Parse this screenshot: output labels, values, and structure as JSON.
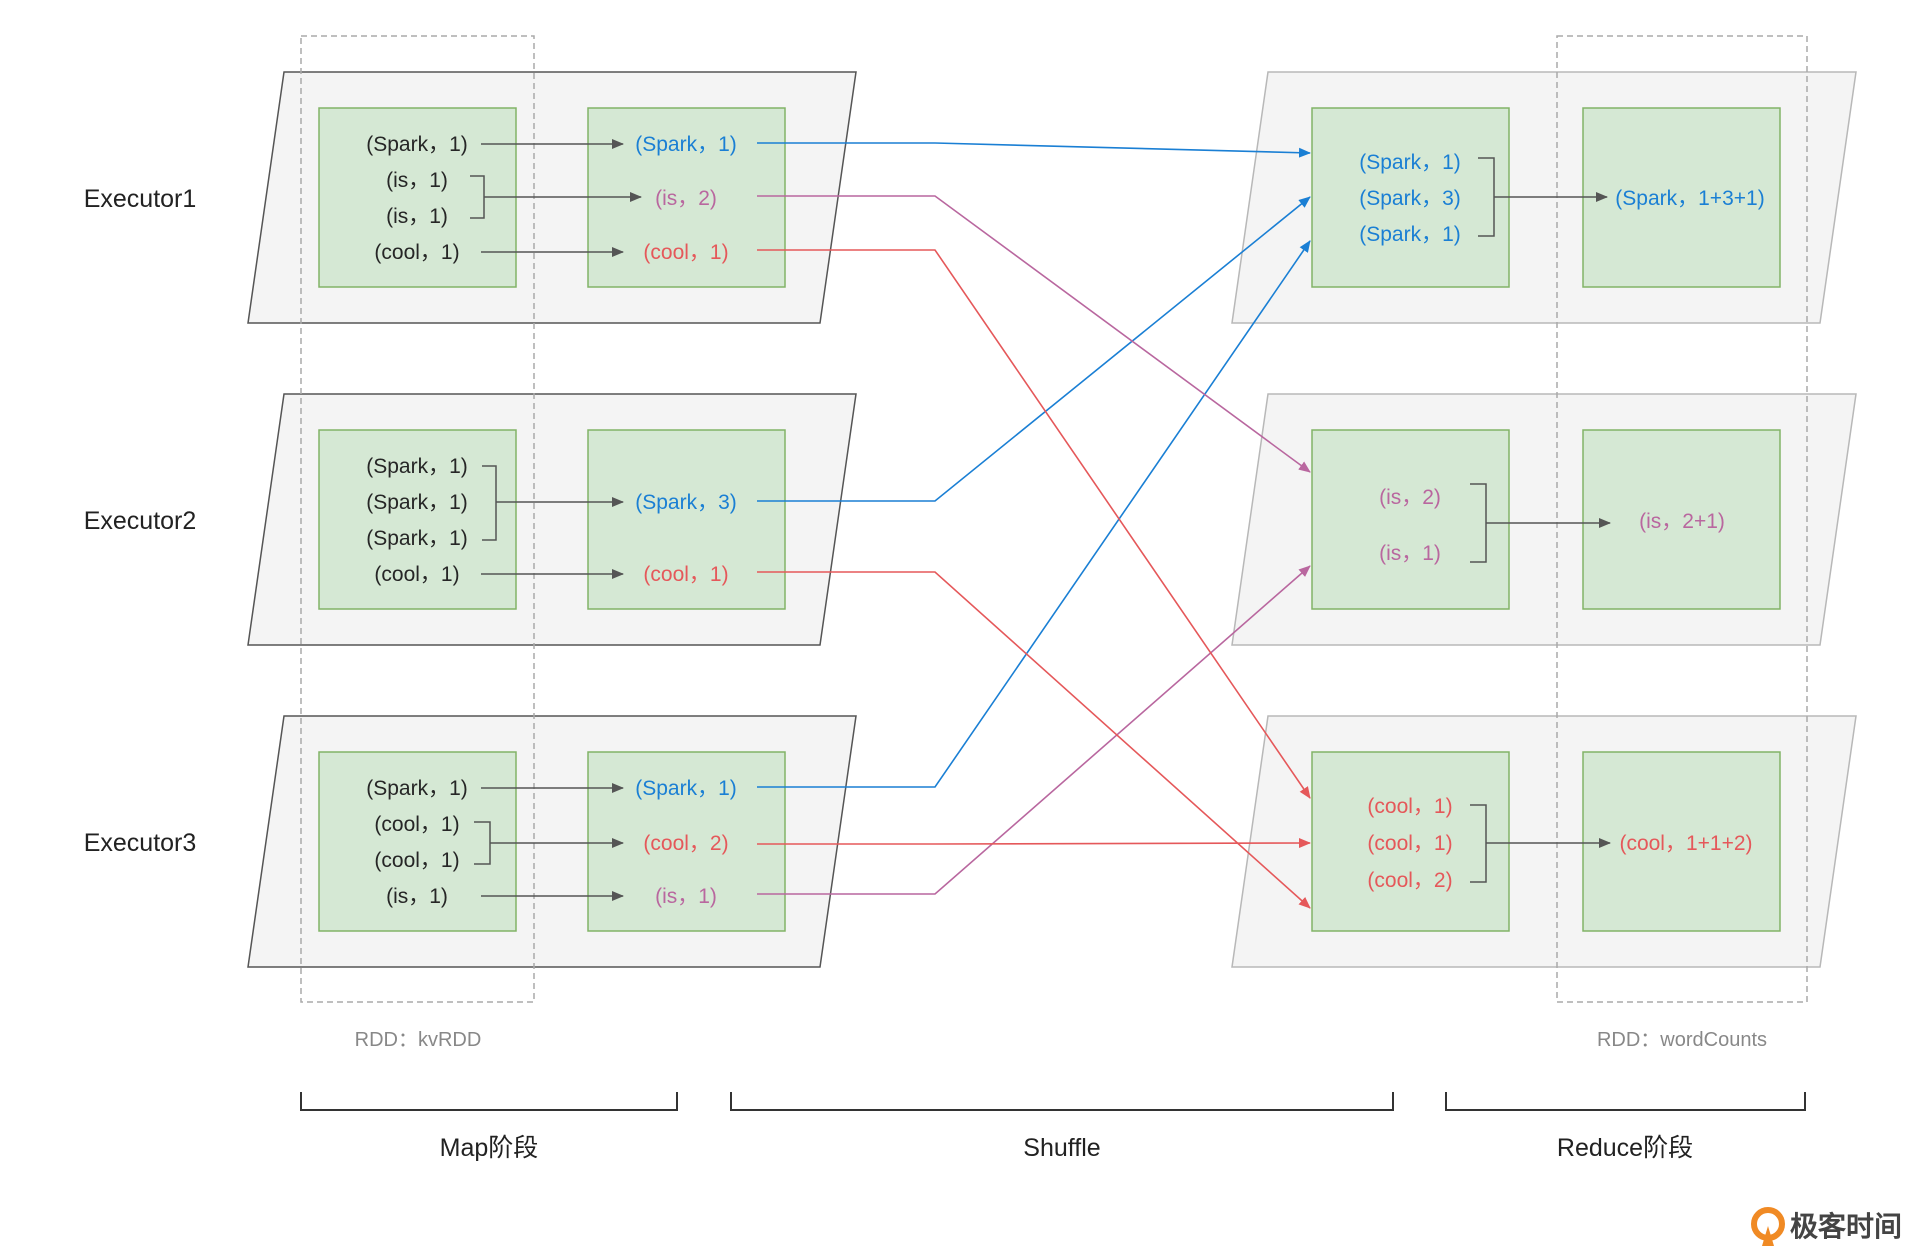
{
  "colors": {
    "spark": "#1a7fd4",
    "is": "#b9679f",
    "cool": "#e5585a",
    "neutral": "#262626",
    "arrow_gray": "#555555",
    "box_fill": "#d5e8d4",
    "box_stroke": "#82b366",
    "logo": "#f08a24"
  },
  "executors": [
    {
      "label": "Executor1",
      "input_pairs": [
        "(Spark，1)",
        "(is，1)",
        "(is，1)",
        "(cool，1)"
      ],
      "output_pairs": [
        {
          "text": "(Spark，1)",
          "key": "spark"
        },
        {
          "text": "(is，2)",
          "key": "is"
        },
        {
          "text": "(cool，1)",
          "key": "cool"
        }
      ]
    },
    {
      "label": "Executor2",
      "input_pairs": [
        "(Spark，1)",
        "(Spark，1)",
        "(Spark，1)",
        "(cool，1)"
      ],
      "output_pairs": [
        {
          "text": "(Spark，3)",
          "key": "spark"
        },
        {
          "text": "(cool，1)",
          "key": "cool"
        }
      ]
    },
    {
      "label": "Executor3",
      "input_pairs": [
        "(Spark，1)",
        "(cool，1)",
        "(cool，1)",
        "(is，1)"
      ],
      "output_pairs": [
        {
          "text": "(Spark，1)",
          "key": "spark"
        },
        {
          "text": "(cool，2)",
          "key": "cool"
        },
        {
          "text": "(is，1)",
          "key": "is"
        }
      ]
    }
  ],
  "reducers": [
    {
      "key": "spark",
      "received": [
        "(Spark，1)",
        "(Spark，3)",
        "(Spark，1)"
      ],
      "result": "(Spark，1+3+1)"
    },
    {
      "key": "is",
      "received": [
        "(is，2)",
        "(is，1)"
      ],
      "result": "(is，2+1)"
    },
    {
      "key": "cool",
      "received": [
        "(cool，1)",
        "(cool，1)",
        "(cool，2)"
      ],
      "result": "(cool，1+1+2)"
    }
  ],
  "rdd_labels": {
    "left": "RDD：kvRDD",
    "right": "RDD：wordCounts"
  },
  "phases": {
    "map": "Map阶段",
    "shuffle": "Shuffle",
    "reduce": "Reduce阶段"
  },
  "logo": {
    "text": "极客时间",
    "icon": "geektime-logo-icon"
  }
}
